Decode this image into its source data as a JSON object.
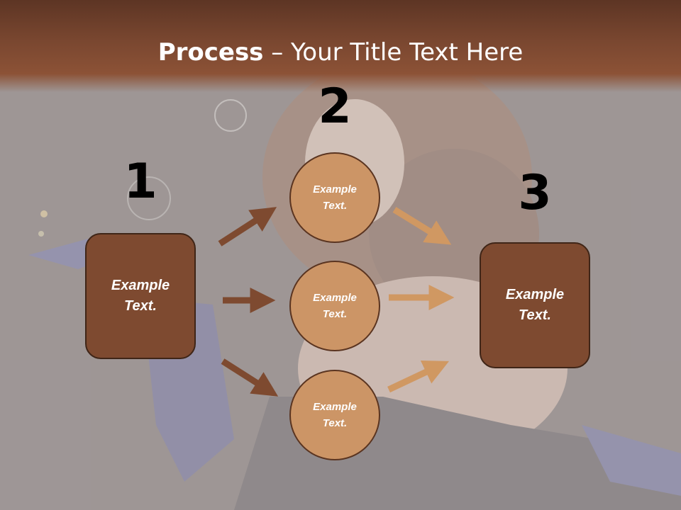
{
  "slide": {
    "title_bold": "Process",
    "title_rest": " – Your Title Text Here"
  },
  "steps": [
    {
      "number": "1",
      "label": "Example\nText."
    },
    {
      "number": "2",
      "label": ""
    },
    {
      "number": "3",
      "label": "Example\nText."
    }
  ],
  "circles": [
    {
      "label": "Example\nText."
    },
    {
      "label": "Example\nText."
    },
    {
      "label": "Example\nText."
    }
  ],
  "colors": {
    "header": "#7a4730",
    "box_fill": "#7e4a30",
    "circle_fill": "#cc9566",
    "arrow_dark": "#7e4a30",
    "arrow_light": "#d09862"
  }
}
